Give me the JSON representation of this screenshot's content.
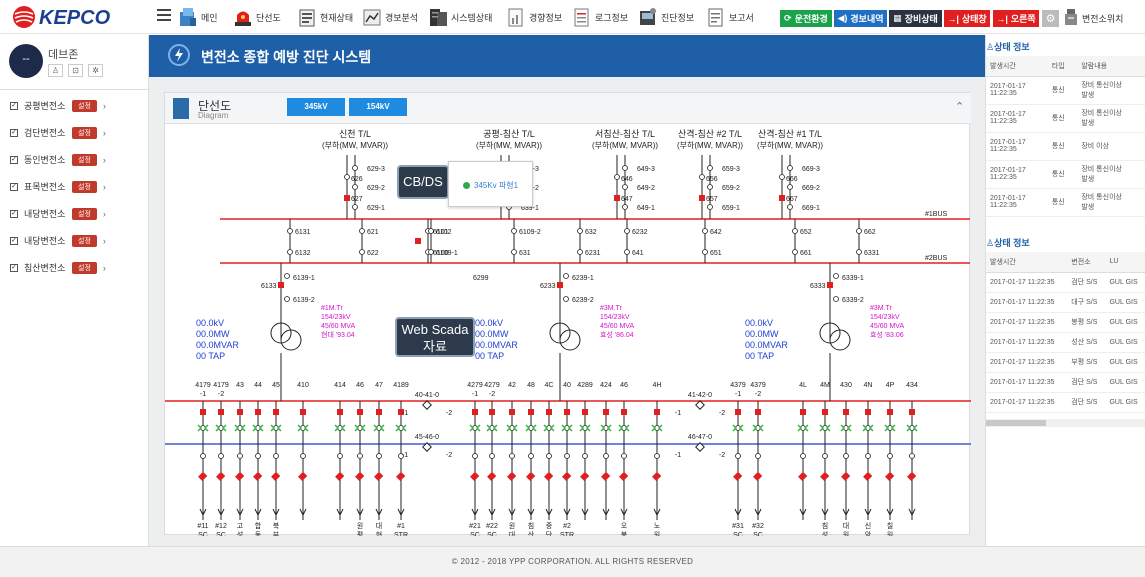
{
  "app": {
    "logo_text": "KEPCO",
    "page_title": "변전소 종합 예방 진단 시스템",
    "footer": "© 2012 - 2018 YPP CORPORATION. ALL RIGHTS RESERVED"
  },
  "menu": [
    {
      "label": "메인",
      "icon": "main-icon"
    },
    {
      "label": "단선도",
      "icon": "siren-icon"
    },
    {
      "label": "현재상태",
      "icon": "status-icon"
    },
    {
      "label": "경보분석",
      "icon": "chart-icon"
    },
    {
      "label": "시스템상태",
      "icon": "server-icon"
    },
    {
      "label": "경향정보",
      "icon": "trend-icon"
    },
    {
      "label": "로그정보",
      "icon": "log-icon"
    },
    {
      "label": "진단정보",
      "icon": "diagnosis-icon"
    },
    {
      "label": "보고서",
      "icon": "report-icon"
    }
  ],
  "top_buttons": [
    {
      "label": "운전환경",
      "color": "#1aa34a",
      "icon": "refresh-icon"
    },
    {
      "label": "경보내역",
      "color": "#1f6fc2",
      "icon": "volume-icon"
    },
    {
      "label": "장비상태",
      "color": "#2b3240",
      "icon": "grid-icon"
    },
    {
      "label": "상태창",
      "color": "#e02020",
      "icon": "signin-icon"
    },
    {
      "label": "오른쪽",
      "color": "#e02020",
      "icon": "signin-icon"
    }
  ],
  "switch_menu": "변전소위치",
  "user": {
    "name": "데브존",
    "avatar_text": "--"
  },
  "substations": [
    {
      "name": "공평변전소",
      "badge": "설정"
    },
    {
      "name": "검단변전소",
      "badge": "설정"
    },
    {
      "name": "동인변전소",
      "badge": "설정"
    },
    {
      "name": "표목변전소",
      "badge": "설정"
    },
    {
      "name": "내당변전소",
      "badge": "설정"
    },
    {
      "name": "내당변전소",
      "badge": "설정"
    },
    {
      "name": "침산변전소",
      "badge": "설정"
    }
  ],
  "panel": {
    "title": "단선도",
    "subtitle": "Diagram",
    "tabs": [
      "345kV",
      "154kV"
    ]
  },
  "callouts": {
    "cbds": "CB/DS",
    "popup": "345Kv 파형1",
    "webscada_line1": "Web Scada",
    "webscada_line2": "자료"
  },
  "alarm_info": {
    "title": "상태 정보",
    "columns": [
      "발생시간",
      "타입",
      "알람내용"
    ],
    "rows": [
      {
        "time_date": "2017-01-17",
        "time_clock": "11:22:35",
        "type": "통신",
        "content1": "장비 통신이상",
        "content2": "발생"
      },
      {
        "time_date": "2017-01-17",
        "time_clock": "11:22:35",
        "type": "통신",
        "content1": "장비 통신이상",
        "content2": "발생"
      },
      {
        "time_date": "2017-01-17",
        "time_clock": "11:22:35",
        "type": "통신",
        "content1": "장비 이상",
        "content2": ""
      },
      {
        "time_date": "2017-01-17",
        "time_clock": "11:22:35",
        "type": "통신",
        "content1": "장비 통신이상",
        "content2": "발생"
      },
      {
        "time_date": "2017-01-17",
        "time_clock": "11:22:35",
        "type": "통신",
        "content1": "장비 통신이상",
        "content2": "발생"
      }
    ]
  },
  "status_info": {
    "title": "상태 정보",
    "columns": [
      "발생시간",
      "변전소",
      "LU"
    ],
    "rows": [
      {
        "time": "2017-01-17 11:22:35",
        "station": "검단 S/S",
        "lu": "GUL GIS"
      },
      {
        "time": "2017-01-17 11:22:35",
        "station": "대구 S/S",
        "lu": "GUL GIS"
      },
      {
        "time": "2017-01-17 11:22:35",
        "station": "봉평 S/S",
        "lu": "GUL GIS"
      },
      {
        "time": "2017-01-17 11:22:35",
        "station": "성산 S/S",
        "lu": "GUL GIS"
      },
      {
        "time": "2017-01-17 11:22:35",
        "station": "부평 S/S",
        "lu": "GUL GIS"
      },
      {
        "time": "2017-01-17 11:22:35",
        "station": "검단 S/S",
        "lu": "GUL GIS"
      },
      {
        "time": "2017-01-17 11:22:35",
        "station": "검단 S/S",
        "lu": "GUL GIS"
      }
    ]
  },
  "diagram": {
    "colors": {
      "bus1": "#e02020",
      "bus2": "#e02020",
      "bus_lower1": "#e02020",
      "bus_lower2": "#3b5bd1",
      "breaker": "#e02020",
      "accent_magenta": "#d316c8",
      "info_blue": "#1f3fd1",
      "green": "#2fbf3a"
    },
    "bus_labels": [
      "#1BUS",
      "#2BUS"
    ],
    "lines": [
      {
        "name": "신천 T/L",
        "load": "(부하(MW, MVAR))",
        "ids": [
          "626",
          "627",
          "629-3",
          "629-2",
          "629-1"
        ]
      },
      {
        "name": "공평-침산 T/L",
        "load": "(부하(MW, MVAR))",
        "ids": [
          "",
          "",
          "639-3",
          "639-2",
          "639-1"
        ]
      },
      {
        "name": "서침산-침산 T/L",
        "load": "(부하(MW, MVAR))",
        "ids": [
          "646",
          "647",
          "649-3",
          "649-2",
          "649-1"
        ]
      },
      {
        "name": "산격-침산 #2 T/L",
        "load": "(부하(MW, MVAR))",
        "ids": [
          "656",
          "657",
          "659-3",
          "659-2",
          "659-1"
        ]
      },
      {
        "name": "산격-침산 #1 T/L",
        "load": "(부하(MW, MVAR))",
        "ids": [
          "666",
          "667",
          "669-3",
          "669-2",
          "669-1"
        ]
      }
    ],
    "bus_tie_ids": [
      "6131",
      "6132",
      "621",
      "622",
      "6101",
      "6100",
      "6102",
      "6109-1",
      "6109-2",
      "631",
      "632",
      "6231",
      "6232",
      "641",
      "642",
      "651",
      "652",
      "661",
      "662",
      "6331",
      "6332",
      "6299"
    ],
    "transformer_ids": [
      "6133",
      "6139-1",
      "6139-2",
      "6233",
      "6239-1",
      "6239-2",
      "6333",
      "6339-1",
      "6339-2"
    ],
    "transformers": [
      {
        "name": "#1M.Tr",
        "rating": "154/23kV",
        "mva": "45/60 MVA",
        "maker": "현대 '93.04",
        "kv": "00.0kV",
        "mw": "00.0MW",
        "mvar": "00.0MVAR",
        "tap": "00 TAP"
      },
      {
        "name": "#3M.Tr",
        "rating": "154/23kV",
        "mva": "45/60 MVA",
        "maker": "효성 '86.04",
        "kv": "00.0kV",
        "mw": "00.0MW",
        "mvar": "00.0MVAR",
        "tap": "00 TAP"
      },
      {
        "name": "#3M.Tr",
        "rating": "154/23kV",
        "mva": "45/60 MVA",
        "maker": "효성 '83.06",
        "kv": "00.0kV",
        "mw": "00.0MW",
        "mvar": "00.0MVAR",
        "tap": "00 TAP"
      }
    ],
    "feeder_tops": [
      "4179",
      "4179",
      "43",
      "44",
      "45",
      "410",
      "414",
      "46",
      "47",
      "4189",
      "4279",
      "4279",
      "42",
      "48",
      "4C",
      "40",
      "4289",
      "424",
      "46",
      "4H",
      "4379",
      "4379",
      "4L",
      "4M",
      "430",
      "4N",
      "4P",
      "434"
    ],
    "feeder_subs": [
      "-1",
      "-2",
      "",
      "",
      "",
      "",
      "",
      "",
      "",
      "",
      "-1",
      "-2",
      "",
      "",
      "",
      "",
      "",
      "",
      "",
      "",
      "-1",
      "-2",
      "",
      "",
      "",
      "",
      "",
      ""
    ],
    "ties": [
      "40-41-0",
      "45-46-0",
      "41-42-0",
      "46-47-0"
    ],
    "tie_sides": [
      "-1",
      "-2"
    ],
    "feeder_bottom_labels": [
      "#11",
      "#12",
      "고",
      "합",
      "북",
      "원",
      "대",
      "#1",
      "#21",
      "#22",
      "원",
      "침",
      "중",
      "#2",
      "오",
      "노",
      "#31",
      "#32",
      "침",
      "대",
      "신",
      "칠"
    ],
    "feeder_bottom_labels2": [
      "SC",
      "SC",
      "성",
      "동",
      "부",
      "평",
      "현",
      "STR",
      "SC",
      "SC",
      "대",
      "산",
      "단",
      "STR",
      "봉",
      "원",
      "SC",
      "SC",
      "성",
      "원",
      "암",
      "원"
    ]
  }
}
